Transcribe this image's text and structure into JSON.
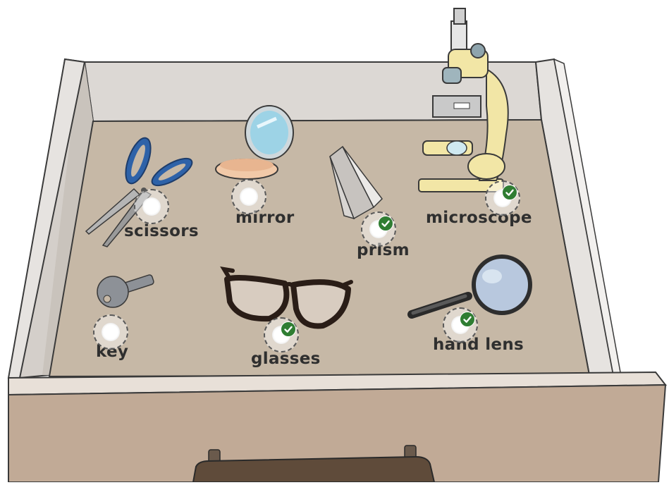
{
  "items": [
    {
      "id": "scissors",
      "label": "scissors",
      "selected": false
    },
    {
      "id": "mirror",
      "label": "mirror",
      "selected": false
    },
    {
      "id": "prism",
      "label": "prism",
      "selected": true
    },
    {
      "id": "microscope",
      "label": "microscope",
      "selected": true
    },
    {
      "id": "key",
      "label": "key",
      "selected": false
    },
    {
      "id": "glasses",
      "label": "glasses",
      "selected": true
    },
    {
      "id": "hand-lens",
      "label": "hand lens",
      "selected": true
    }
  ],
  "colors": {
    "drawer_floor": "#c6b8a6",
    "drawer_side": "#e4e1de",
    "drawer_front": "#c1aa96",
    "check_green": "#2f7d32"
  }
}
